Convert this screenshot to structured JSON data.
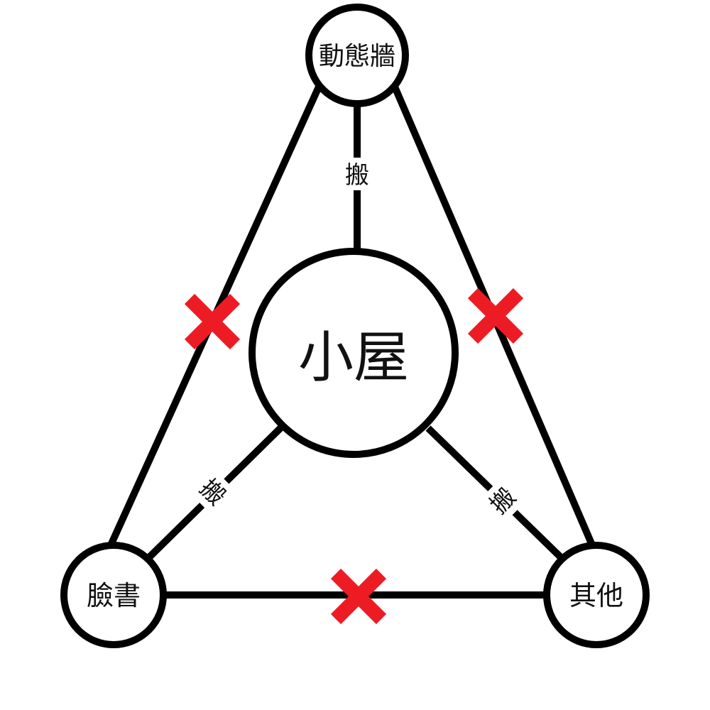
{
  "nodes": {
    "center": "小屋",
    "top": "動態牆",
    "bottom_left": "臉書",
    "bottom_right": "其他"
  },
  "edge_labels": {
    "top_to_center": "搬",
    "center_to_left": "搬",
    "center_to_right": "搬"
  },
  "colors": {
    "line": "#000000",
    "cross": "#ed1c24"
  },
  "blocked_links": [
    "top-left",
    "top-right",
    "left-right"
  ]
}
